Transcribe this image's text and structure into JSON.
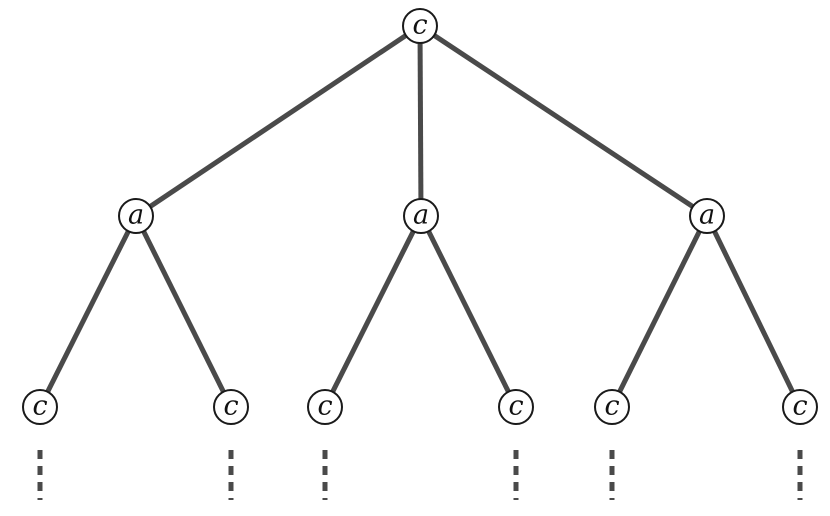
{
  "tree": {
    "root": {
      "label": "c"
    },
    "children": [
      {
        "label": "a",
        "children": [
          {
            "label": "c"
          },
          {
            "label": "c"
          }
        ]
      },
      {
        "label": "a",
        "children": [
          {
            "label": "c"
          },
          {
            "label": "c"
          }
        ]
      },
      {
        "label": "a",
        "children": [
          {
            "label": "c"
          },
          {
            "label": "c"
          }
        ]
      }
    ],
    "leaf_continuation": "dashed"
  },
  "colors": {
    "edge": "#4a4a4a",
    "node_stroke": "#1a1a1a",
    "node_fill": "#ffffff",
    "text": "#111111"
  }
}
